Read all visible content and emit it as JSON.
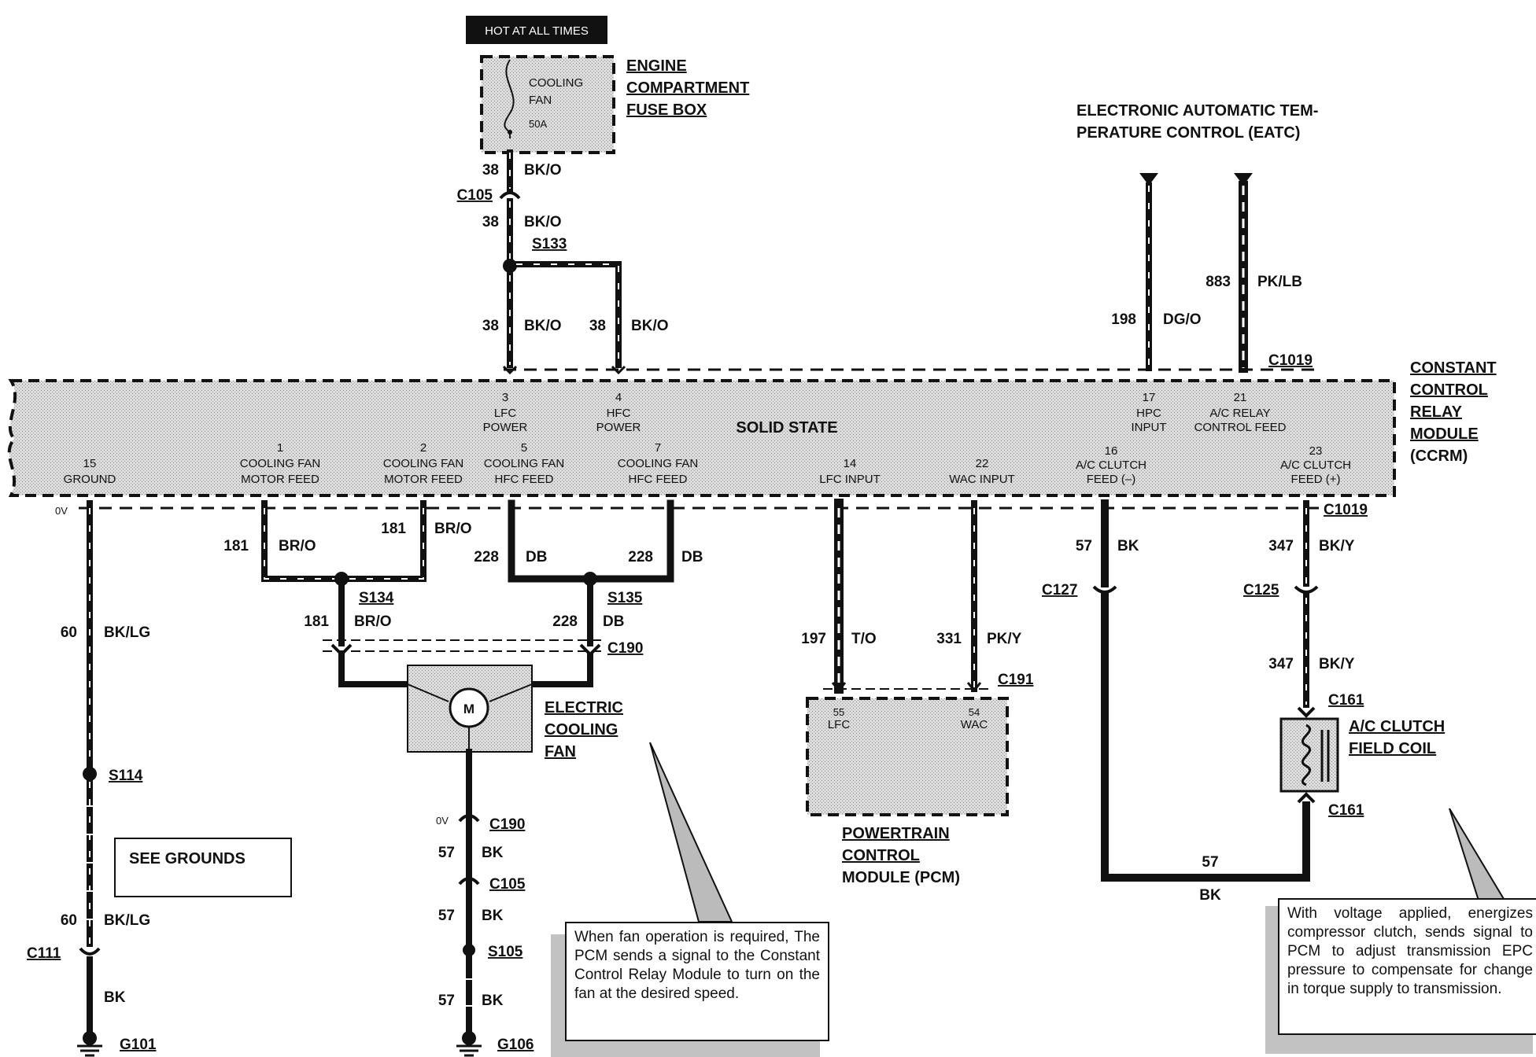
{
  "header": {
    "hot_label": "HOT AT ALL TIMES",
    "fuse_box_title": [
      "ENGINE",
      "COMPARTMENT",
      "FUSE BOX"
    ],
    "fuse_label": [
      "COOLING",
      "FAN",
      "50A"
    ],
    "eatc_title": [
      "ELECTRONIC AUTOMATIC TEM-",
      "PERATURE CONTROL (EATC)"
    ]
  },
  "ccrm": {
    "title": [
      "CONSTANT",
      "CONTROL",
      "RELAY",
      "MODULE",
      "(CCRM)"
    ],
    "center_label": "SOLID STATE",
    "pins": [
      {
        "num": "15",
        "lines": [
          "GROUND"
        ]
      },
      {
        "num": "1",
        "lines": [
          "COOLING FAN",
          "MOTOR FEED"
        ]
      },
      {
        "num": "2",
        "lines": [
          "COOLING FAN",
          "MOTOR FEED"
        ]
      },
      {
        "num": "3",
        "lines": [
          "LFC",
          "POWER"
        ]
      },
      {
        "num": "5",
        "lines": [
          "COOLING FAN",
          "HFC FEED"
        ]
      },
      {
        "num": "4",
        "lines": [
          "HFC",
          "POWER"
        ]
      },
      {
        "num": "7",
        "lines": [
          "COOLING FAN",
          "HFC FEED"
        ]
      },
      {
        "num": "14",
        "lines": [
          "LFC INPUT"
        ]
      },
      {
        "num": "22",
        "lines": [
          "WAC INPUT"
        ]
      },
      {
        "num": "17",
        "lines": [
          "HPC",
          "INPUT"
        ]
      },
      {
        "num": "21",
        "lines": [
          "A/C RELAY",
          "CONTROL FEED"
        ]
      },
      {
        "num": "16",
        "lines": [
          "A/C CLUTCH",
          "FEED (–)"
        ]
      },
      {
        "num": "23",
        "lines": [
          "A/C CLUTCH",
          "FEED (+)"
        ]
      }
    ]
  },
  "connectors": {
    "c105": "C105",
    "s133": "S133",
    "c1019": "C1019",
    "s134": "S134",
    "s135": "S135",
    "c190": "C190",
    "c191": "C191",
    "c127": "C127",
    "c125": "C125",
    "c161": "C161",
    "s114": "S114",
    "c111": "C111",
    "g101": "G101",
    "s105": "S105",
    "g106": "G106"
  },
  "wires": {
    "w38": "38",
    "bko": "BK/O",
    "w198": "198",
    "dgo": "DG/O",
    "w883": "883",
    "pklb": "PK/LB",
    "w181": "181",
    "bro": "BR/O",
    "w228": "228",
    "db": "DB",
    "w60": "60",
    "bklg": "BK/LG",
    "bk": "BK",
    "w57": "57",
    "w197": "197",
    "to": "T/O",
    "w331": "331",
    "pky": "PK/Y",
    "w347": "347",
    "bky": "BK/Y",
    "zero_v": "0V"
  },
  "components": {
    "fan_title": [
      "ELECTRIC",
      "COOLING",
      "FAN"
    ],
    "motor_symbol": "M",
    "pcm_title": [
      "POWERTRAIN",
      "CONTROL",
      "MODULE (PCM)"
    ],
    "pcm_pins": [
      {
        "num": "55",
        "label": "LFC"
      },
      {
        "num": "54",
        "label": "WAC"
      }
    ],
    "coil_title": [
      "A/C CLUTCH",
      "FIELD COIL"
    ],
    "see_grounds": "SEE GROUNDS"
  },
  "notes": {
    "fan_note": "When fan operation is required, The PCM sends a signal to the Constant Control Relay Module to turn on the fan at the desired speed.",
    "clutch_note": "With voltage applied, energizes compressor clutch, sends signal to PCM to adjust transmission EPC pressure to compensate for change in torque supply to transmission."
  }
}
